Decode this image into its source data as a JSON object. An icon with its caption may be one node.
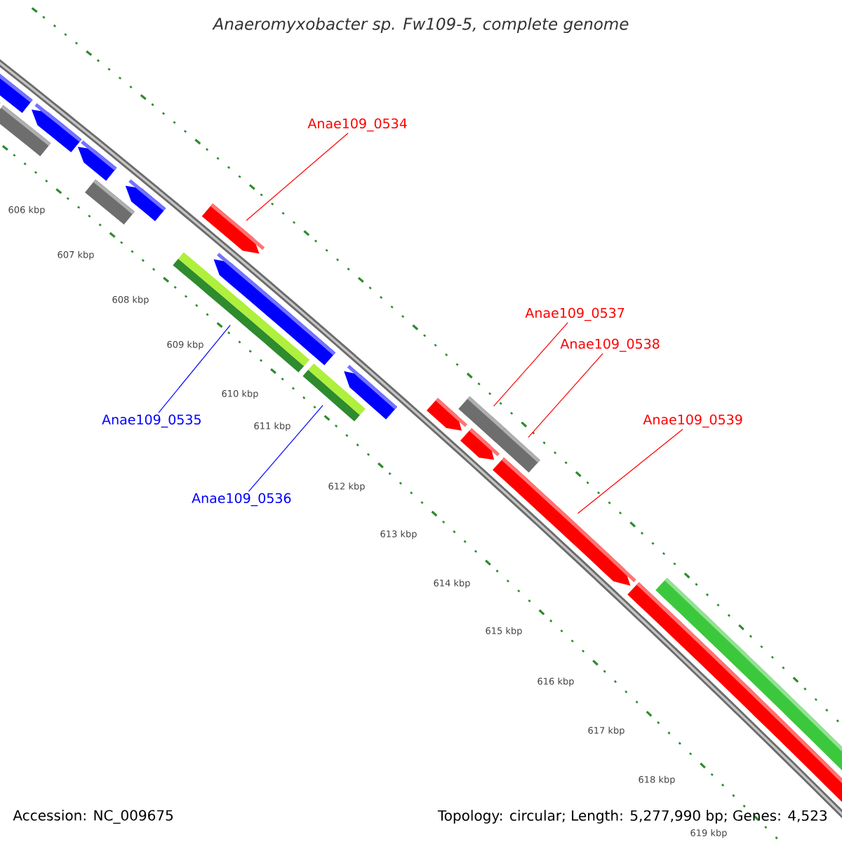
{
  "diagram": {
    "title": "Anaeromyxobacter sp. Fw109-5, complete genome",
    "nodes": [
      {
        "text": [
          "Anae109_0534"
        ]
      },
      {
        "text": [],
        "shape": "arrow"
      },
      {
        "text": [
          "Anae109_0537"
        ]
      },
      {
        "text": [],
        "shape": "bar"
      },
      {
        "text": [
          "Anae109_0538"
        ]
      },
      {
        "text": [],
        "shape": "bar"
      },
      {
        "text": [
          "Anae109_0535"
        ]
      },
      {
        "text": [],
        "shape": "bar"
      },
      {
        "text": [
          "Anae109_0539"
        ]
      },
      {
        "text": [],
        "shape": "arrow"
      },
      {
        "text": [
          "Anae109_0536"
        ]
      },
      {
        "text": [],
        "shape": "bar"
      },
      {
        "text": [],
        "shape": "bar"
      },
      {
        "text": [],
        "shape": "arrow"
      },
      {
        "text": [],
        "shape": "bar"
      },
      {
        "text": [],
        "shape": "arrow"
      },
      {
        "text": [],
        "shape": "arrow"
      },
      {
        "text": [],
        "shape": "bar"
      },
      {
        "text": [],
        "shape": "arrow"
      },
      {
        "text": [],
        "shape": "arrow"
      },
      {
        "text": [],
        "shape": "arrow"
      },
      {
        "text": [],
        "shape": "arrow"
      },
      {
        "text": [],
        "shape": "arrow"
      },
      {
        "text": [],
        "shape": "arrow"
      },
      {
        "text": [],
        "shape": "arrow"
      }
    ],
    "edges": [
      {
        "from": 0,
        "to": 1,
        "arrow": "none"
      },
      {
        "from": 2,
        "to": 3,
        "arrow": "none"
      },
      {
        "from": 4,
        "to": 5,
        "arrow": "none"
      },
      {
        "from": 6,
        "to": 7,
        "arrow": "none",
        "color": "#0000ff"
      },
      {
        "from": 8,
        "to": 9,
        "arrow": "none"
      },
      {
        "from": 10,
        "to": 11,
        "arrow": "none",
        "color": "#0000ff"
      }
    ],
    "labels": [
      "606 kbp",
      "607 kbp",
      "608 kbp",
      "609 kbp",
      "610 kbp",
      "611 kbp",
      "612 kbp",
      "613 kbp",
      "614 kbp",
      "615 kbp",
      "616 kbp",
      "617 kbp",
      "618 kbp",
      "619 kbp",
      "Accession: NC_009675",
      "Topology: circular; Length: 5,277,990 bp; Genes: 4,523"
    ]
  }
}
